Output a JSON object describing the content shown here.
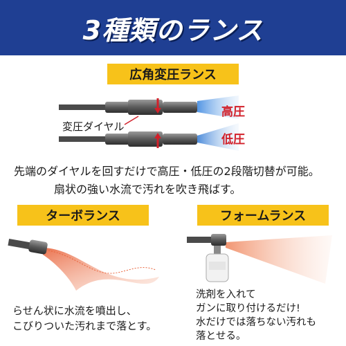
{
  "header": {
    "title": "3種類のランス"
  },
  "variable_lance": {
    "label": "広角変圧ランス",
    "high_pressure": "高圧",
    "low_pressure": "低圧",
    "dial_label": "変圧ダイヤル",
    "description_line1": "先端のダイヤルを回すだけで高圧・低圧の2段階切替が可能。",
    "description_line2": "扇状の強い水流で汚れを吹き飛ばす。"
  },
  "turbo_lance": {
    "label": "ターボランス",
    "text_line1": "らせん状に水流を噴出し、",
    "text_line2": "こびりついた汚れまで落とす。"
  },
  "foam_lance": {
    "label": "フォームランス",
    "text_line1": "洗剤を入れて",
    "text_line2": "ガンに取り付けるだけ!",
    "text_line3": "水だけでは落ちない汚れも",
    "text_line4": "落とせる。"
  },
  "colors": {
    "header_bg": "#1f3f93",
    "label_bg": "#f7c21a",
    "accent_red": "#d2202a",
    "spray_blue": "#4a90e2",
    "spray_orange": "#e9643c"
  }
}
